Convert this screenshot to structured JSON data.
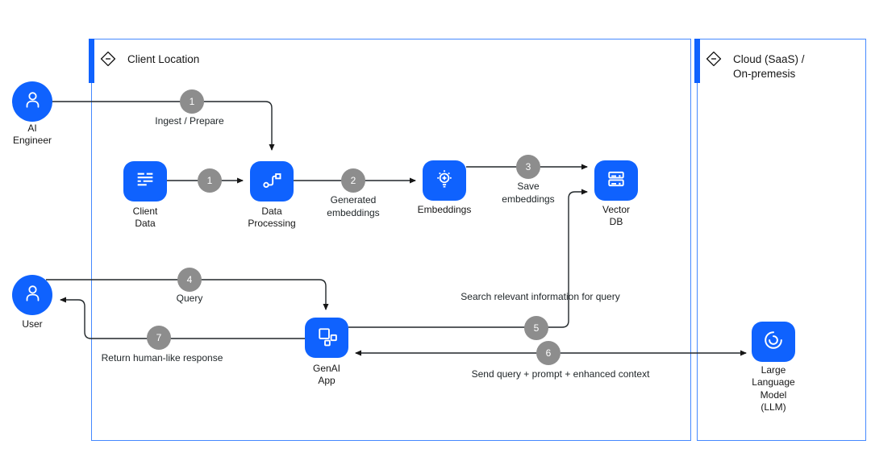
{
  "containers": {
    "client": {
      "label": "Client Location"
    },
    "cloud": {
      "label": "Cloud (SaaS) /\nOn-premesis"
    }
  },
  "nodes": {
    "ai_engineer": {
      "label": "AI\nEngineer",
      "icon": "user-avatar-icon"
    },
    "client_data": {
      "label": "Client\nData",
      "icon": "data-rows-icon"
    },
    "data_processing": {
      "label": "Data\nProcessing",
      "icon": "flow-connector-icon"
    },
    "embeddings": {
      "label": "Embeddings",
      "icon": "idea-lightbulb-icon"
    },
    "vector_db": {
      "label": "Vector\nDB",
      "icon": "database-servers-icon"
    },
    "user": {
      "label": "User",
      "icon": "user-avatar-icon"
    },
    "genai_app": {
      "label": "GenAI\nApp",
      "icon": "app-squares-icon"
    },
    "llm": {
      "label": "Large\nLanguage\nModel\n(LLM)",
      "icon": "swirl-icon"
    }
  },
  "steps": {
    "s1a": {
      "num": "1",
      "label": "Ingest / Prepare"
    },
    "s1b": {
      "num": "1",
      "label": ""
    },
    "s2": {
      "num": "2",
      "label": "Generated\nembeddings"
    },
    "s3": {
      "num": "3",
      "label": "Save\nembeddings"
    },
    "s4": {
      "num": "4",
      "label": "Query"
    },
    "s5": {
      "num": "5",
      "label": "Search relevant information for query"
    },
    "s6": {
      "num": "6",
      "label": "Send query + prompt + enhanced context"
    },
    "s7": {
      "num": "7",
      "label": "Return human-like response"
    }
  },
  "colors": {
    "node_blue": "#0f62fe",
    "container_border": "#4589ff",
    "step_gray": "#8d8d8d",
    "line": "#21272a",
    "text": "#161616",
    "background": "#ffffff"
  }
}
